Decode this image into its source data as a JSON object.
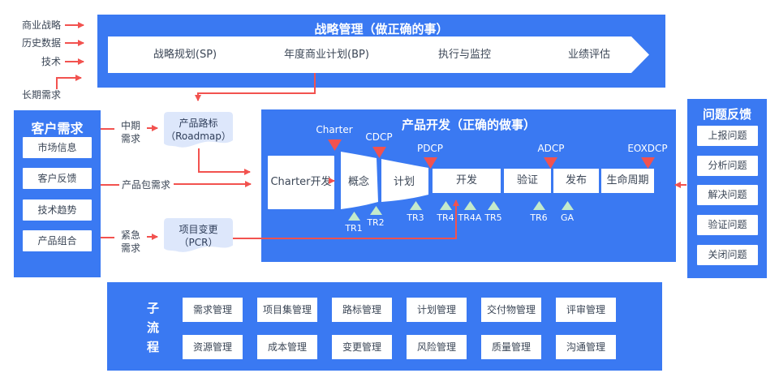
{
  "colors": {
    "blue": "#3A79F2",
    "red": "#F2524F",
    "light_blue": "#DDE7FB",
    "green": "#C3EACB",
    "dark_text": "#3B4656"
  },
  "inputs": {
    "labels": [
      "商业战略",
      "历史数据",
      "技术",
      "长期需求"
    ]
  },
  "strategy": {
    "title": "战略管理（做正确的事）",
    "stages": [
      "战略规划(SP)",
      "年度商业计划(BP)",
      "执行与监控",
      "业绩评估"
    ]
  },
  "customer": {
    "title": "客户需求",
    "items": [
      "市场信息",
      "客户反馈",
      "技术趋势",
      "产品组合"
    ]
  },
  "flows": {
    "mid1": "中期",
    "mid2": "需求",
    "package": "产品包需求",
    "urgent1": "紧急",
    "urgent2": "需求"
  },
  "roadmap": {
    "line1": "产品路标",
    "line2": "（Roadmap）"
  },
  "pcr": {
    "line1": "项目变更",
    "line2": "（PCR）"
  },
  "development": {
    "title": "产品开发（正确的做事）",
    "charter_box": "Charter开发",
    "funnel": [
      "概念",
      "计划"
    ],
    "stages": [
      "开发",
      "验证",
      "发布",
      "生命周期"
    ],
    "dcps": [
      "Charter",
      "CDCP",
      "PDCP",
      "ADCP",
      "EOXDCP"
    ],
    "trs": [
      "TR1",
      "TR2",
      "TR3",
      "TR4",
      "TR4A",
      "TR5",
      "TR6",
      "GA"
    ]
  },
  "feedback": {
    "title": "问题反馈",
    "items": [
      "上报问题",
      "分析问题",
      "解决问题",
      "验证问题",
      "关闭问题"
    ]
  },
  "subprocess": {
    "title": "子流程",
    "row1": [
      "需求管理",
      "项目集管理",
      "路标管理",
      "计划管理",
      "交付物管理",
      "评审管理"
    ],
    "row2": [
      "资源管理",
      "成本管理",
      "变更管理",
      "风险管理",
      "质量管理",
      "沟通管理"
    ]
  }
}
